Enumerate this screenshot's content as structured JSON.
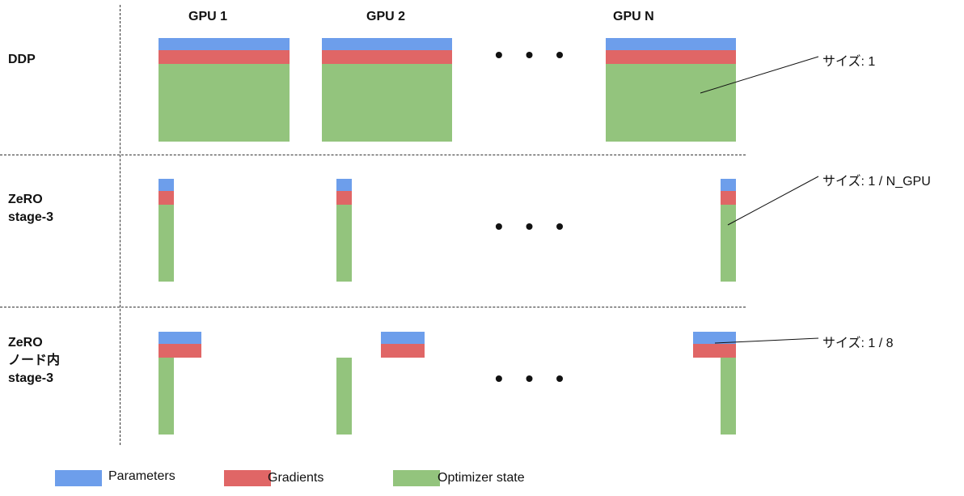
{
  "headers": {
    "gpu1": "GPU 1",
    "gpu2": "GPU 2",
    "gpuN": "GPU N"
  },
  "rows": {
    "ddp": {
      "label": "DDP",
      "size_note": "サイズ: 1"
    },
    "zero3": {
      "label_line1": "ZeRO",
      "label_line2": "stage-3",
      "size_note": "サイズ: 1 / N_GPU"
    },
    "zero3_intranode": {
      "label_line1": "ZeRO",
      "label_line2": "ノード内",
      "label_line3": "stage-3",
      "size_note": "サイズ: 1 / 8"
    }
  },
  "ellipsis": "• • •",
  "legend": {
    "parameters": "Parameters",
    "gradients": "Gradients",
    "optimizer_state": "Optimizer state"
  },
  "colors": {
    "parameters": "#6d9eeb",
    "gradients": "#e06666",
    "optimizer_state": "#93c47d"
  }
}
